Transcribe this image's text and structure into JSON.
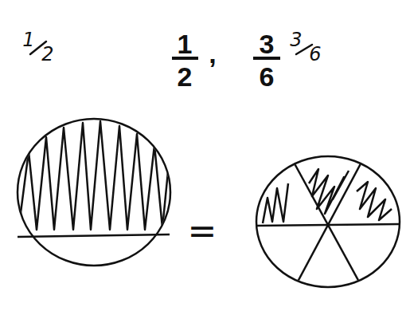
{
  "diagram": {
    "labels": [
      "1",
      "2",
      ",",
      "3",
      "6",
      "1",
      "2",
      "3",
      "6",
      "="
    ]
  }
}
